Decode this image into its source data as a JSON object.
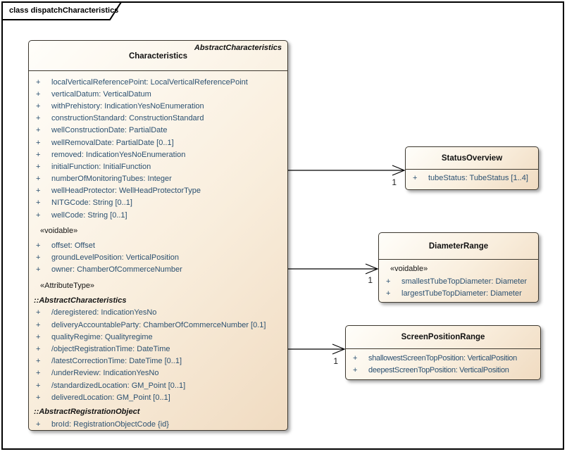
{
  "frame": {
    "title": "class dispatchCharacteristics"
  },
  "colors": {
    "box_fill_light": "#FFFEFA",
    "box_fill_dark": "#F0DBC1",
    "box_border": "#3E3930",
    "attribute_text": "#2B5070",
    "label_text": "#141414",
    "frame_border": "#000000"
  },
  "characteristics": {
    "stereotype_header": "AbstractCharacteristics",
    "name": "Characteristics",
    "rows": [
      {
        "type": "attr",
        "vis": "+",
        "text": "localVerticalReferencePoint: LocalVerticalReferencePoint"
      },
      {
        "type": "attr",
        "vis": "+",
        "text": "verticalDatum: VerticalDatum"
      },
      {
        "type": "attr",
        "vis": "+",
        "text": "withPrehistory: IndicationYesNoEnumeration"
      },
      {
        "type": "attr",
        "vis": "+",
        "text": "constructionStandard: ConstructionStandard"
      },
      {
        "type": "attr",
        "vis": "+",
        "text": "wellConstructionDate: PartialDate"
      },
      {
        "type": "attr",
        "vis": "+",
        "text": "wellRemovalDate: PartialDate [0..1]"
      },
      {
        "type": "attr",
        "vis": "+",
        "text": "removed: IndicationYesNoEnumeration"
      },
      {
        "type": "attr",
        "vis": "+",
        "text": "initialFunction: InitialFunction"
      },
      {
        "type": "attr",
        "vis": "+",
        "text": "numberOfMonitoringTubes: Integer"
      },
      {
        "type": "attr",
        "vis": "+",
        "text": "wellHeadProtector: WellHeadProtectorType"
      },
      {
        "type": "attr",
        "vis": "+",
        "text": "NITGCode: String [0..1]"
      },
      {
        "type": "attr",
        "vis": "+",
        "text": "wellCode: String [0..1]"
      },
      {
        "type": "stereo",
        "text": "«voidable»"
      },
      {
        "type": "attr",
        "vis": "+",
        "text": "offset: Offset"
      },
      {
        "type": "attr",
        "vis": "+",
        "text": "groundLevelPosition: VerticalPosition"
      },
      {
        "type": "attr",
        "vis": "+",
        "text": "owner: ChamberOfCommerceNumber"
      },
      {
        "type": "stereo",
        "text": "«AttributeType»"
      },
      {
        "type": "origin",
        "text": "::AbstractCharacteristics"
      },
      {
        "type": "attr",
        "vis": "+",
        "text": "/deregistered: IndicationYesNo"
      },
      {
        "type": "attr",
        "vis": "+",
        "text": "deliveryAccountableParty: ChamberOfCommerceNumber [0.1]"
      },
      {
        "type": "attr",
        "vis": "+",
        "text": "qualityRegime: Qualityregime"
      },
      {
        "type": "attr",
        "vis": "+",
        "text": "/objectRegistrationTime: DateTime"
      },
      {
        "type": "attr",
        "vis": "+",
        "text": "/latestCorrectionTime: DateTime [0..1]"
      },
      {
        "type": "attr",
        "vis": "+",
        "text": "/underReview: IndicationYesNo"
      },
      {
        "type": "attr",
        "vis": "+",
        "text": "/standardizedLocation: GM_Point [0..1]"
      },
      {
        "type": "attr",
        "vis": "+",
        "text": "deliveredLocation: GM_Point [0..1]"
      },
      {
        "type": "origin",
        "text": "::AbstractRegistrationObject"
      },
      {
        "type": "attr",
        "vis": "+",
        "text": "broId: RegistrationObjectCode {id}"
      }
    ]
  },
  "side_classes": [
    {
      "name": "StatusOverview",
      "rows": [
        {
          "type": "attr",
          "vis": "+",
          "text": "tubeStatus: TubeStatus [1..4]"
        }
      ]
    },
    {
      "name": "DiameterRange",
      "rows": [
        {
          "type": "stereo",
          "text": "«voidable»"
        },
        {
          "type": "attr",
          "vis": "+",
          "text": "smallestTubeTopDiameter: Diameter"
        },
        {
          "type": "attr",
          "vis": "+",
          "text": "largestTubeTopDiameter: Diameter"
        }
      ]
    },
    {
      "name": "ScreenPositionRange",
      "rows": [
        {
          "type": "attr",
          "vis": "+",
          "text": "shallowestScreenTopPosition: VerticalPosition"
        },
        {
          "type": "attr",
          "vis": "+",
          "text": "deepestScreenTopPosition: VerticalPosition"
        }
      ]
    }
  ],
  "associations": [
    {
      "target": "StatusOverview",
      "multiplicity": "1"
    },
    {
      "target": "DiameterRange",
      "multiplicity": "1"
    },
    {
      "target": "ScreenPositionRange",
      "multiplicity": "1"
    }
  ]
}
